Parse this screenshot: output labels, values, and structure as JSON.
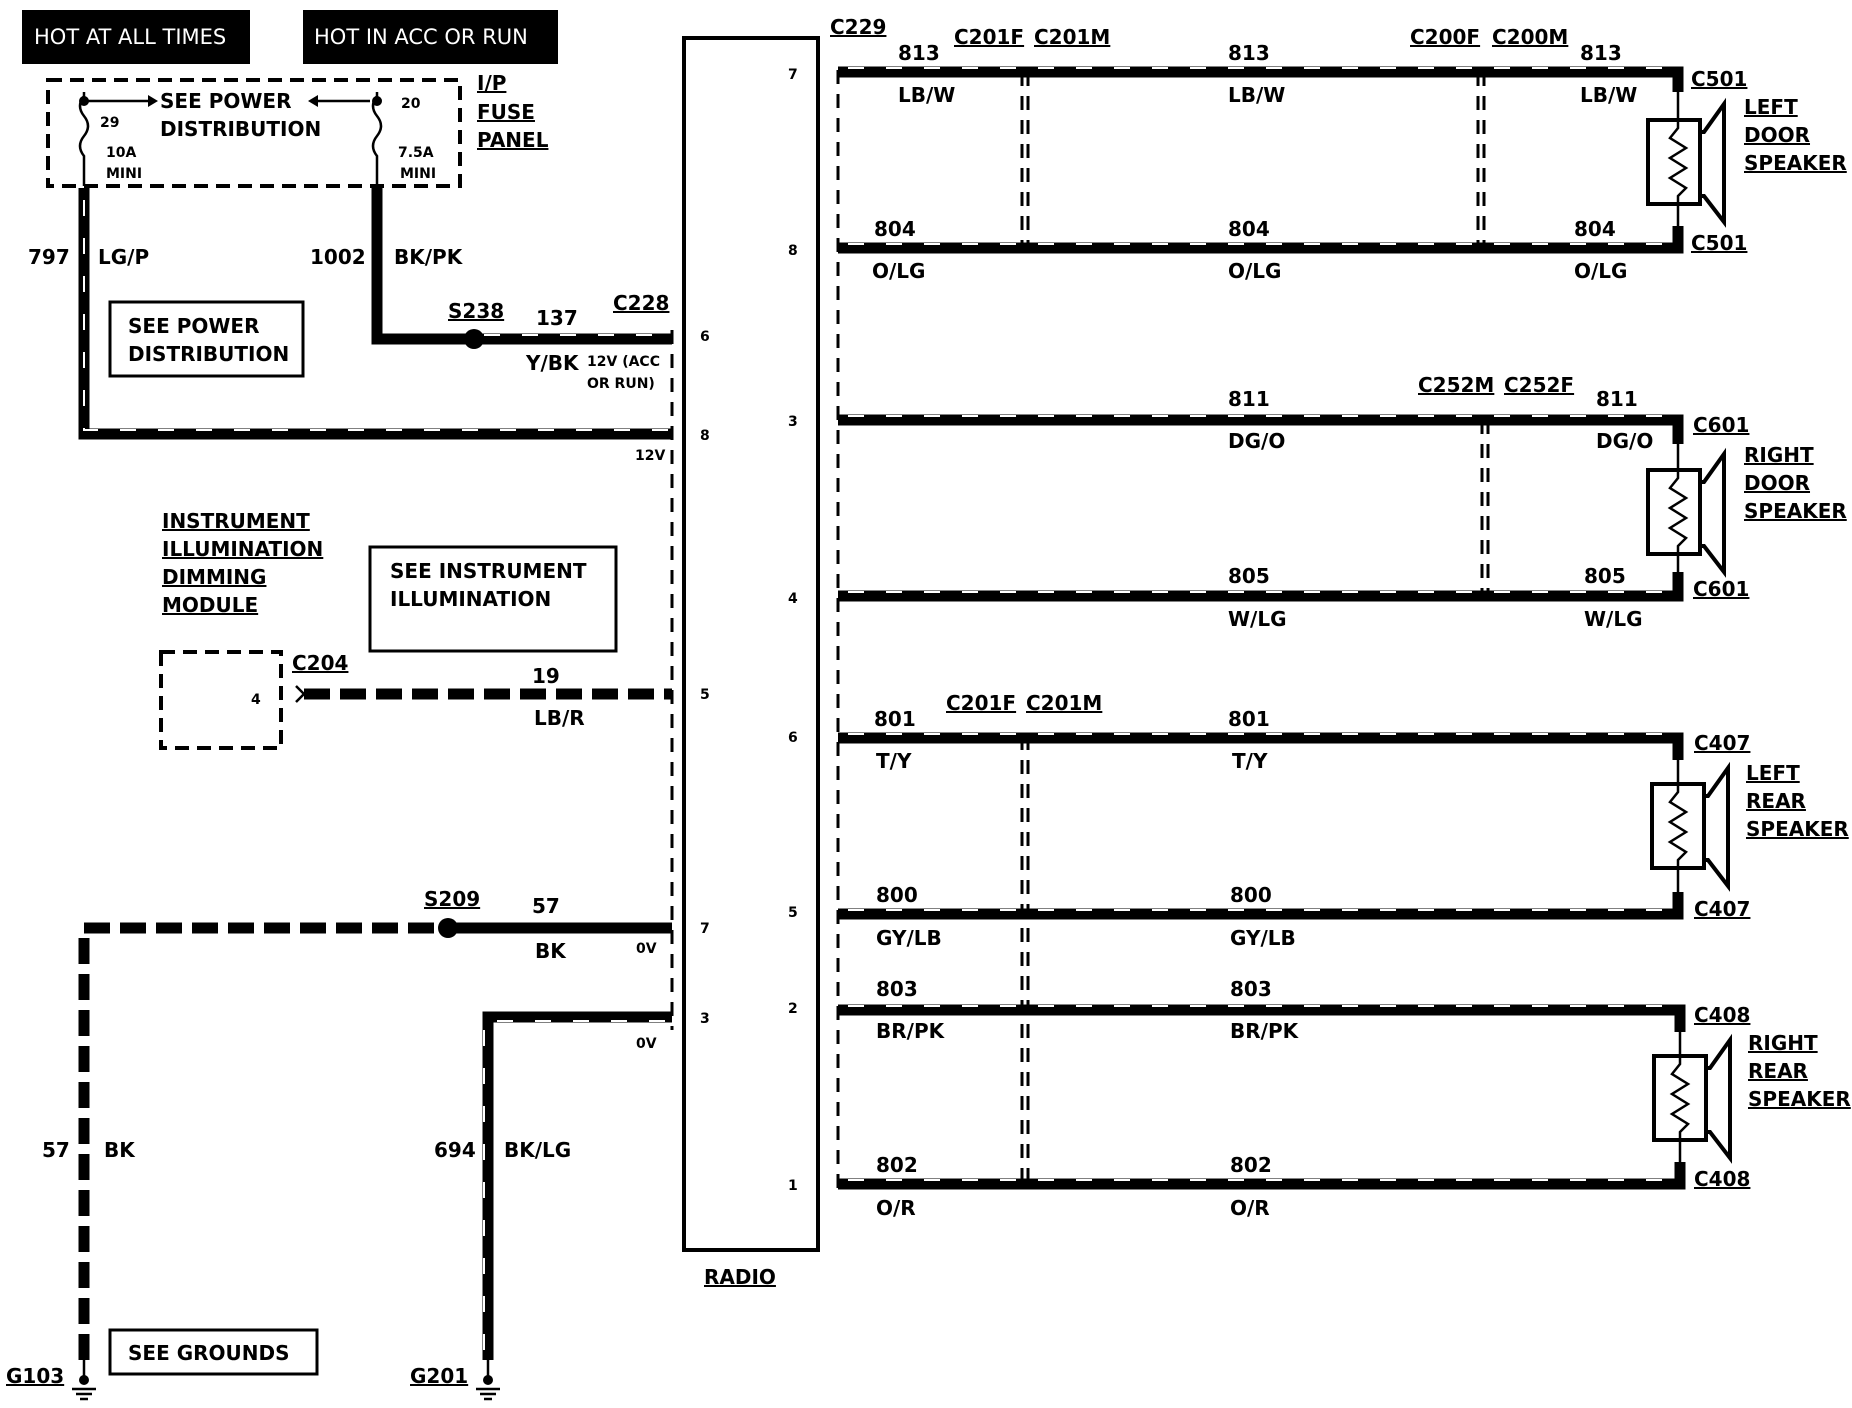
{
  "headers": {
    "hot_always": "HOT AT ALL TIMES",
    "hot_acc_run": "HOT IN ACC OR RUN"
  },
  "fuse_panel": {
    "see_power": "SEE POWER",
    "distribution": "DISTRIBUTION",
    "label_line1": "I/P",
    "label_line2": "FUSE",
    "label_line3": "PANEL",
    "fuse29_num": "29",
    "fuse29_rating": "10A",
    "fuse29_type": "MINI",
    "fuse20_num": "20",
    "fuse20_rating": "7.5A",
    "fuse20_type": "MINI"
  },
  "power_wires": {
    "w797_num": "797",
    "w797_color": "LG/P",
    "w1002_num": "1002",
    "w1002_color": "BK/PK",
    "splice_s238": "S238",
    "w137_num": "137",
    "w137_color": "Y/BK",
    "w137_note1": "12V (ACC",
    "w137_note2": "OR RUN)",
    "conn_c228": "C228",
    "v12": "12V"
  },
  "boxes": {
    "see_power_1": "SEE POWER",
    "see_power_2": "DISTRIBUTION",
    "see_instr_1": "SEE INSTRUMENT",
    "see_instr_2": "ILLUMINATION",
    "see_grounds": "SEE GROUNDS"
  },
  "dimming_module": {
    "line1": "INSTRUMENT",
    "line2": "ILLUMINATION",
    "line3": "DIMMING",
    "line4": "MODULE",
    "pin": "4",
    "conn": "C204",
    "wire_num": "19",
    "wire_color": "LB/R"
  },
  "grounds": {
    "splice_s209": "S209",
    "w57_num": "57",
    "w57_color": "BK",
    "ov1": "0V",
    "ov2": "0V",
    "w694_num": "694",
    "w694_color": "BK/LG",
    "g103": "G103",
    "g201": "G201"
  },
  "radio": {
    "label": "RADIO",
    "left_pins": [
      "6",
      "8",
      "5",
      "7",
      "3"
    ],
    "right_pins": [
      "7",
      "8",
      "3",
      "4",
      "6",
      "5",
      "2",
      "1"
    ]
  },
  "connectors": {
    "c229": "C229",
    "c201f": "C201F",
    "c201m": "C201M",
    "c200f": "C200F",
    "c200m": "C200M",
    "c252m": "C252M",
    "c252f": "C252F",
    "c201f_b": "C201F",
    "c201m_b": "C201M"
  },
  "speaker_wires": [
    {
      "num": "813",
      "color": "LB/W"
    },
    {
      "num": "804",
      "color": "O/LG"
    },
    {
      "num": "811",
      "color": "DG/O"
    },
    {
      "num": "805",
      "color": "W/LG"
    },
    {
      "num": "801",
      "color": "T/Y"
    },
    {
      "num": "800",
      "color": "GY/LB"
    },
    {
      "num": "803",
      "color": "BR/PK"
    },
    {
      "num": "802",
      "color": "O/R"
    }
  ],
  "speakers": [
    {
      "line1": "LEFT",
      "line2": "DOOR",
      "line3": "SPEAKER",
      "conn": "C501"
    },
    {
      "line1": "RIGHT",
      "line2": "DOOR",
      "line3": "SPEAKER",
      "conn": "C601"
    },
    {
      "line1": "LEFT",
      "line2": "REAR",
      "line3": "SPEAKER",
      "conn": "C407"
    },
    {
      "line1": "RIGHT",
      "line2": "REAR",
      "line3": "SPEAKER",
      "conn": "C408"
    }
  ]
}
